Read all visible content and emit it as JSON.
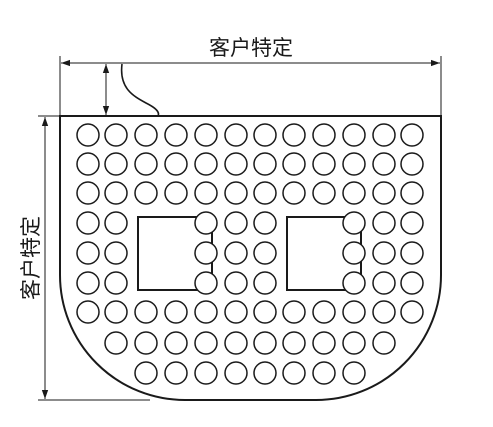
{
  "dimension_labels": {
    "width": "客户特定",
    "height": "客户特定"
  },
  "plate": {
    "hole_rows": [
      {
        "holes": 12,
        "gap_after": null
      },
      {
        "holes": 12,
        "gap_after": null
      },
      {
        "holes": 12,
        "gap_after": null
      },
      {
        "holes": 12,
        "gap_after": [
          2,
          4,
          7,
          9
        ]
      },
      {
        "holes": 12,
        "gap_after": [
          2,
          4,
          7,
          9
        ]
      },
      {
        "holes": 12,
        "gap_after": [
          2,
          4,
          7,
          9
        ]
      },
      {
        "holes": 12,
        "gap_after": null
      },
      {
        "holes": 10,
        "gap_after": null
      },
      {
        "holes": 8,
        "gap_after": null
      }
    ],
    "square_cutouts": 2
  },
  "colors": {
    "stroke": "#1a1a1a",
    "background": "#ffffff"
  }
}
